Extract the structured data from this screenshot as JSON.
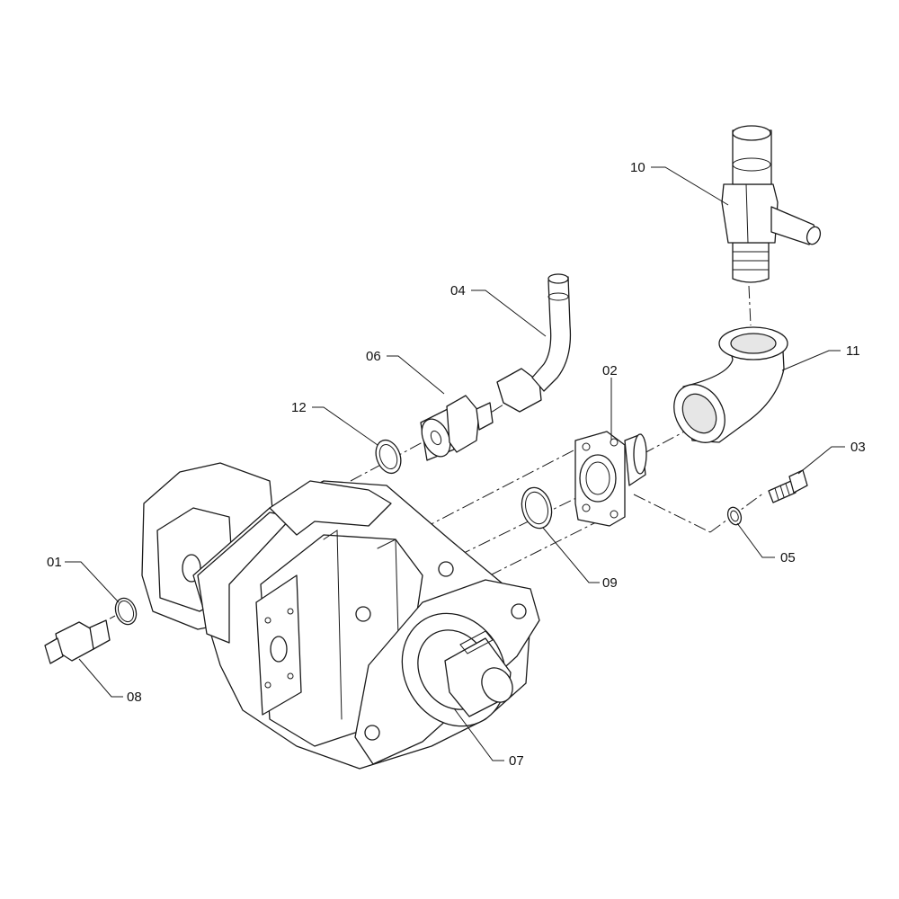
{
  "callouts": {
    "c01": "01",
    "c02": "02",
    "c03": "03",
    "c04": "04",
    "c05": "05",
    "c06": "06",
    "c07": "07",
    "c08": "08",
    "c09": "09",
    "c10": "10",
    "c11": "11",
    "c12": "12"
  }
}
